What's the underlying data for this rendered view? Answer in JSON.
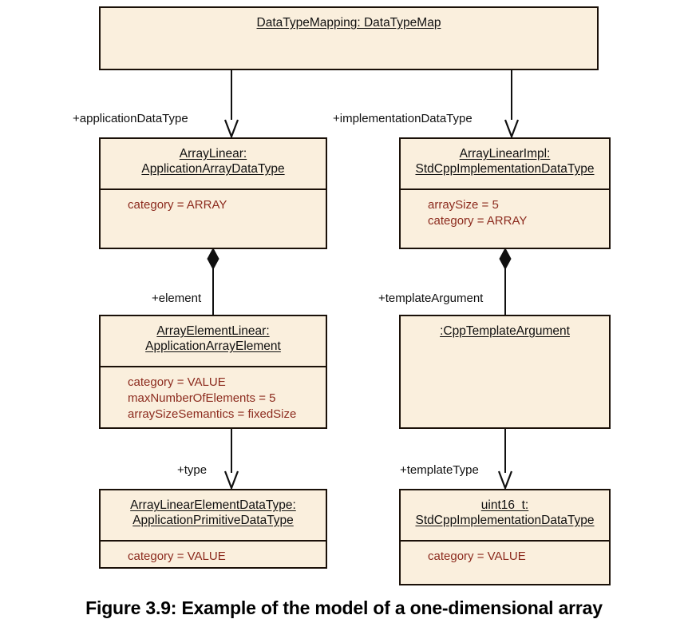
{
  "figure": {
    "caption": "Figure 3.9: Example of the model of a one-dimensional array",
    "diagram_type": "UML object diagram",
    "colors": {
      "box_fill": "#faefdd",
      "box_border": "#1a1008",
      "attribute_text": "#8c2b1e",
      "title_text": "#101010",
      "background": "#ffffff"
    }
  },
  "objects": [
    {
      "id": "data-type-mapping",
      "title_line1": "DataTypeMapping: DataTypeMap",
      "title_line2": "",
      "attributes": [],
      "has_divider": false
    },
    {
      "id": "array-linear",
      "title_line1": "ArrayLinear:",
      "title_line2": "ApplicationArrayDataType",
      "attributes": [
        "category = ARRAY"
      ],
      "has_divider": true
    },
    {
      "id": "array-linear-impl",
      "title_line1": "ArrayLinearImpl:",
      "title_line2": "StdCppImplementationDataType",
      "attributes": [
        "arraySize = 5",
        "category = ARRAY"
      ],
      "has_divider": true
    },
    {
      "id": "array-element-linear",
      "title_line1": "ArrayElementLinear:",
      "title_line2": "ApplicationArrayElement",
      "attributes": [
        "category = VALUE",
        "maxNumberOfElements = 5",
        "arraySizeSemantics = fixedSize"
      ],
      "has_divider": true
    },
    {
      "id": "cpp-template-argument",
      "title_line1": ":CppTemplateArgument",
      "title_line2": "",
      "attributes": [],
      "has_divider": false
    },
    {
      "id": "array-linear-element-data-type",
      "title_line1": "ArrayLinearElementDataType:",
      "title_line2": "ApplicationPrimitiveDataType",
      "attributes": [
        "category = VALUE"
      ],
      "has_divider": true
    },
    {
      "id": "uint16-t",
      "title_line1": "uint16_t:",
      "title_line2": "StdCppImplementationDataType",
      "attributes": [
        "category = VALUE"
      ],
      "has_divider": true
    }
  ],
  "connections": [
    {
      "id": "application-data-type",
      "label": "+applicationDataType",
      "from": "data-type-mapping",
      "to": "array-linear",
      "end_marker": "open-arrow"
    },
    {
      "id": "implementation-data-type",
      "label": "+implementationDataType",
      "from": "data-type-mapping",
      "to": "array-linear-impl",
      "end_marker": "open-arrow"
    },
    {
      "id": "element",
      "label": "+element",
      "from": "array-linear",
      "to": "array-element-linear",
      "end_marker": "filled-diamond"
    },
    {
      "id": "template-argument",
      "label": "+templateArgument",
      "from": "array-linear-impl",
      "to": "cpp-template-argument",
      "end_marker": "filled-diamond"
    },
    {
      "id": "type",
      "label": "+type",
      "from": "array-element-linear",
      "to": "array-linear-element-data-type",
      "end_marker": "open-arrow"
    },
    {
      "id": "template-type",
      "label": "+templateType",
      "from": "cpp-template-argument",
      "to": "uint16-t",
      "end_marker": "open-arrow"
    }
  ]
}
